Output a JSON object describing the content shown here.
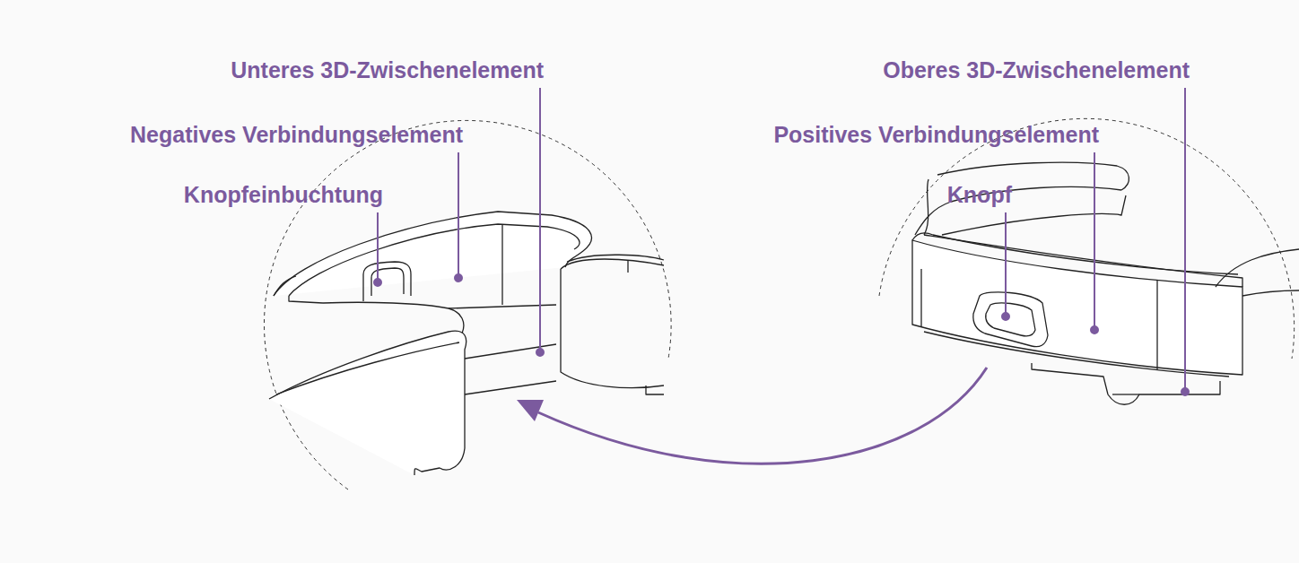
{
  "diagram": {
    "labels": [
      "Unteres 3D-Zwischenelement",
      "Negatives Verbindungselement",
      "Knopfeinbuchtung",
      "Oberes 3D-Zwischenelement",
      "Positives Verbindungselement",
      "Knopf"
    ]
  }
}
